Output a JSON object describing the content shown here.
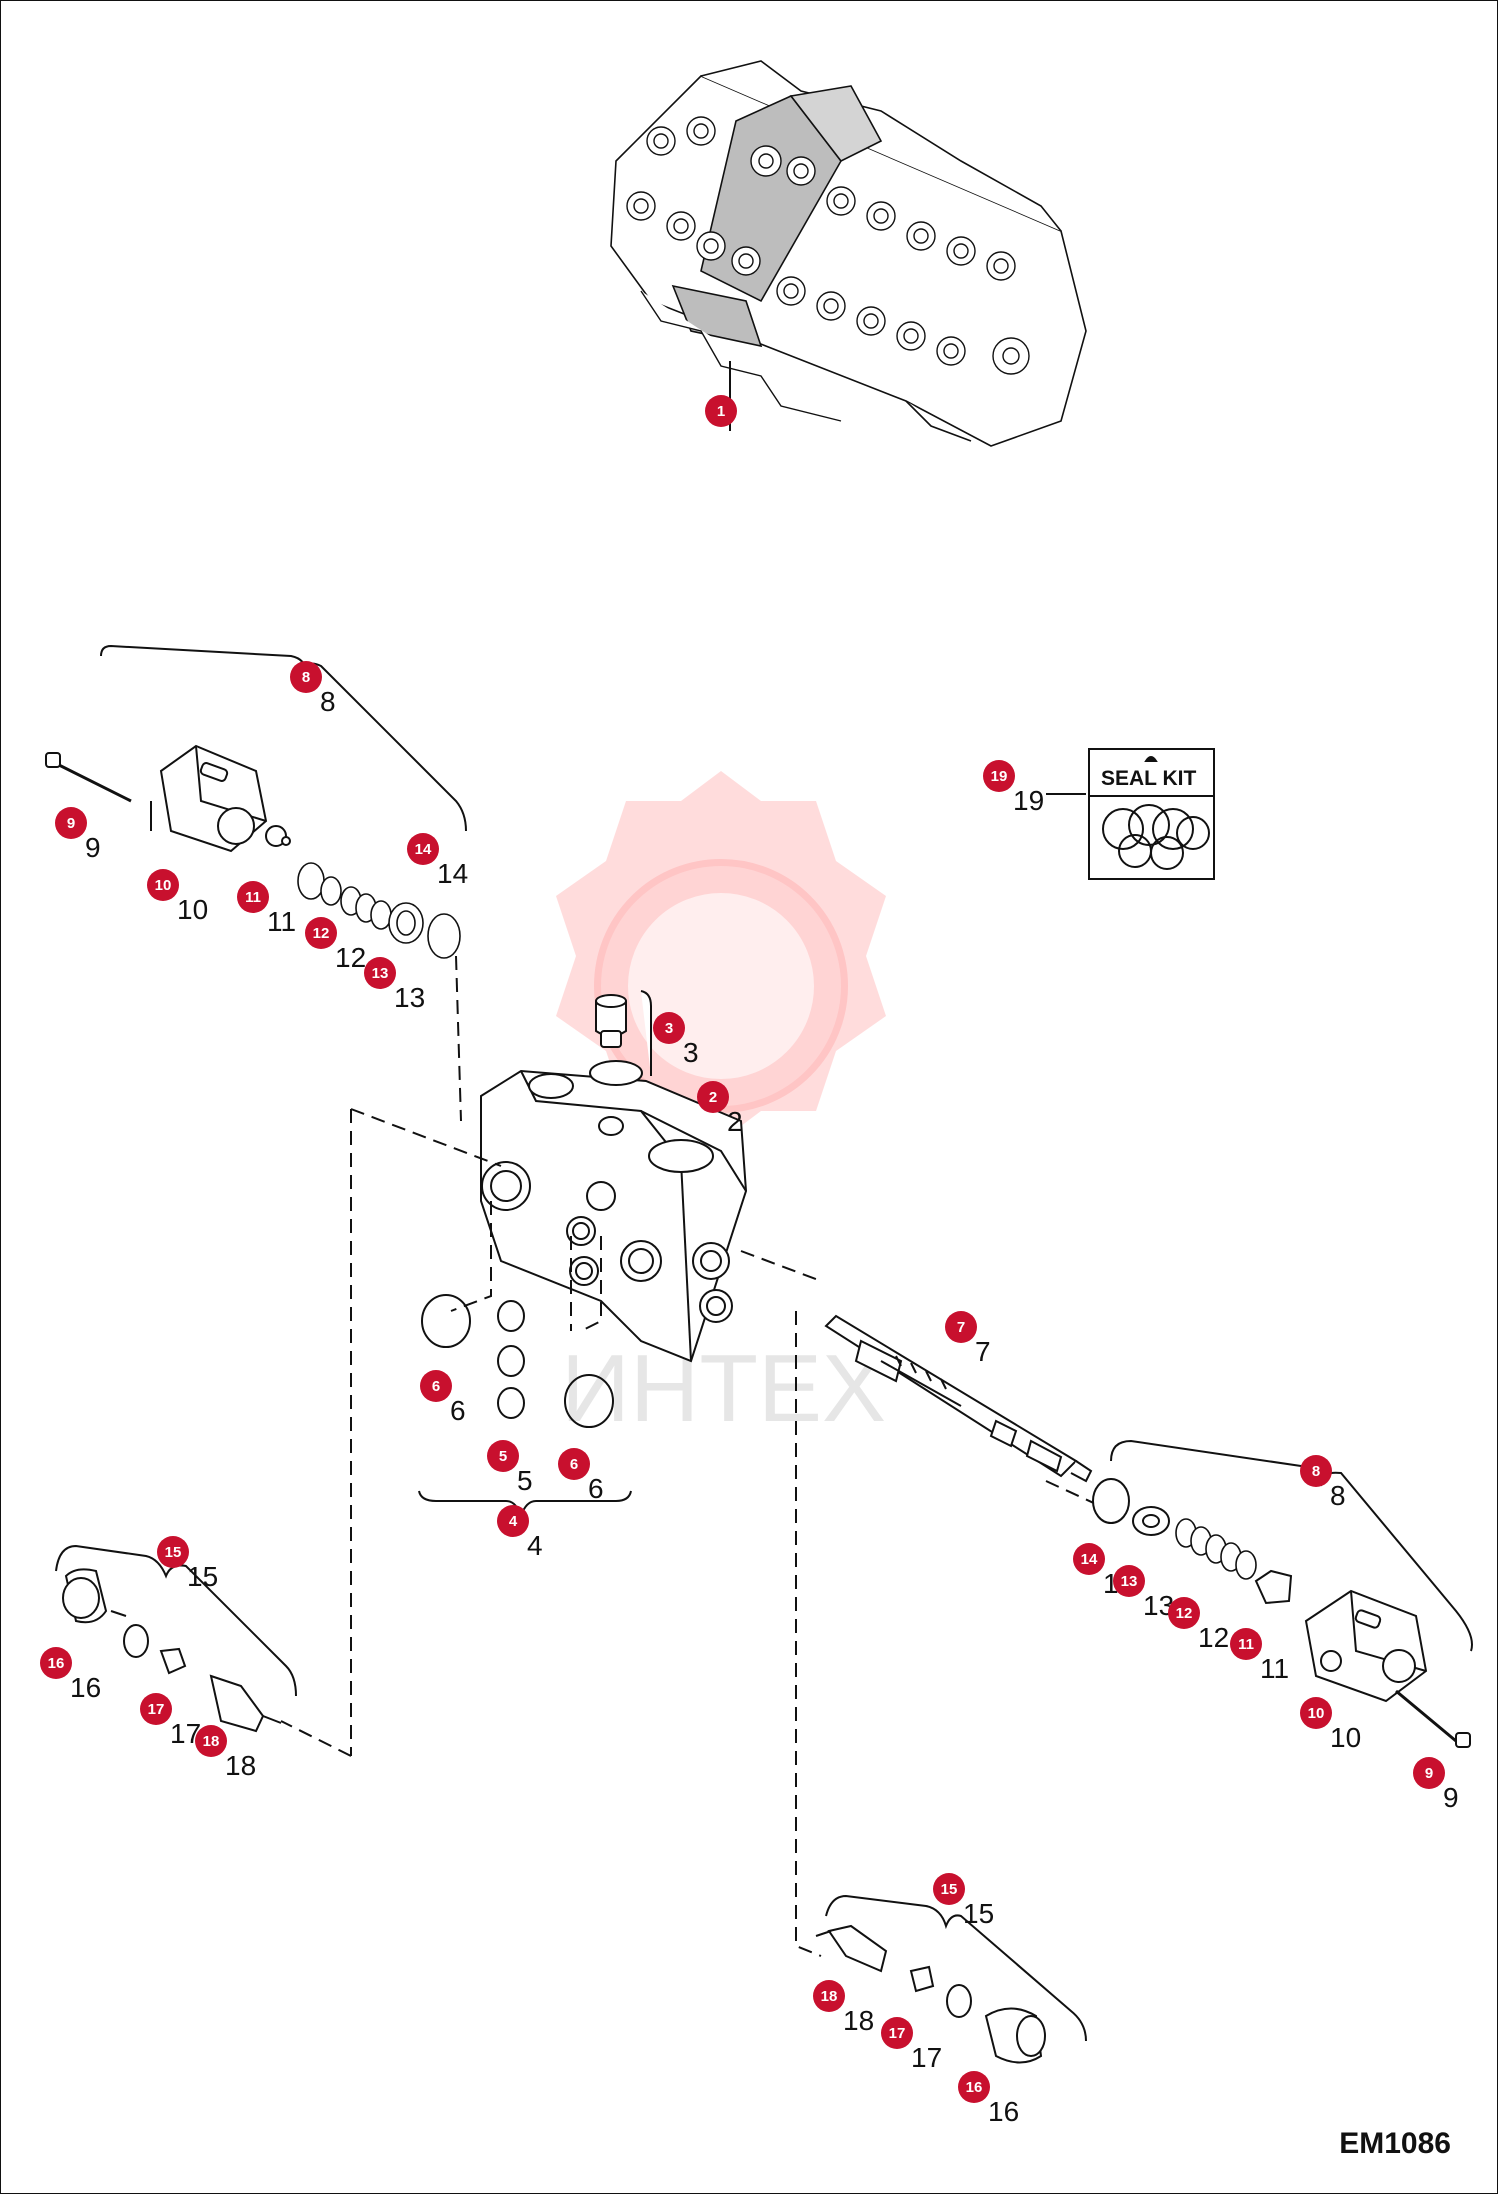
{
  "diagram": {
    "document_code": "EM1086",
    "seal_kit_label": "SEAL KIT",
    "watermark_text": "ИНТЕХ",
    "badge_color": "#c8102e",
    "callouts": [
      {
        "badge": "1",
        "ref": ""
      },
      {
        "badge": "8",
        "ref": "8"
      },
      {
        "badge": "9",
        "ref": "9"
      },
      {
        "badge": "10",
        "ref": "10"
      },
      {
        "badge": "11",
        "ref": "11"
      },
      {
        "badge": "12",
        "ref": "12"
      },
      {
        "badge": "13",
        "ref": "13"
      },
      {
        "badge": "14",
        "ref": "14"
      },
      {
        "badge": "3",
        "ref": "3"
      },
      {
        "badge": "2",
        "ref": "2"
      },
      {
        "badge": "19",
        "ref": "19"
      },
      {
        "badge": "6",
        "ref": "6"
      },
      {
        "badge": "5",
        "ref": "5"
      },
      {
        "badge": "6",
        "ref": "6"
      },
      {
        "badge": "4",
        "ref": "4"
      },
      {
        "badge": "7",
        "ref": "7"
      },
      {
        "badge": "8",
        "ref": "8"
      },
      {
        "badge": "14",
        "ref": "14"
      },
      {
        "badge": "13",
        "ref": "13"
      },
      {
        "badge": "12",
        "ref": "12"
      },
      {
        "badge": "11",
        "ref": "11"
      },
      {
        "badge": "10",
        "ref": "10"
      },
      {
        "badge": "9",
        "ref": "9"
      },
      {
        "badge": "15",
        "ref": "15"
      },
      {
        "badge": "16",
        "ref": "16"
      },
      {
        "badge": "17",
        "ref": "17"
      },
      {
        "badge": "18",
        "ref": "18"
      },
      {
        "badge": "15",
        "ref": "15"
      },
      {
        "badge": "18",
        "ref": "18"
      },
      {
        "badge": "17",
        "ref": "17"
      },
      {
        "badge": "16",
        "ref": "16"
      }
    ]
  }
}
